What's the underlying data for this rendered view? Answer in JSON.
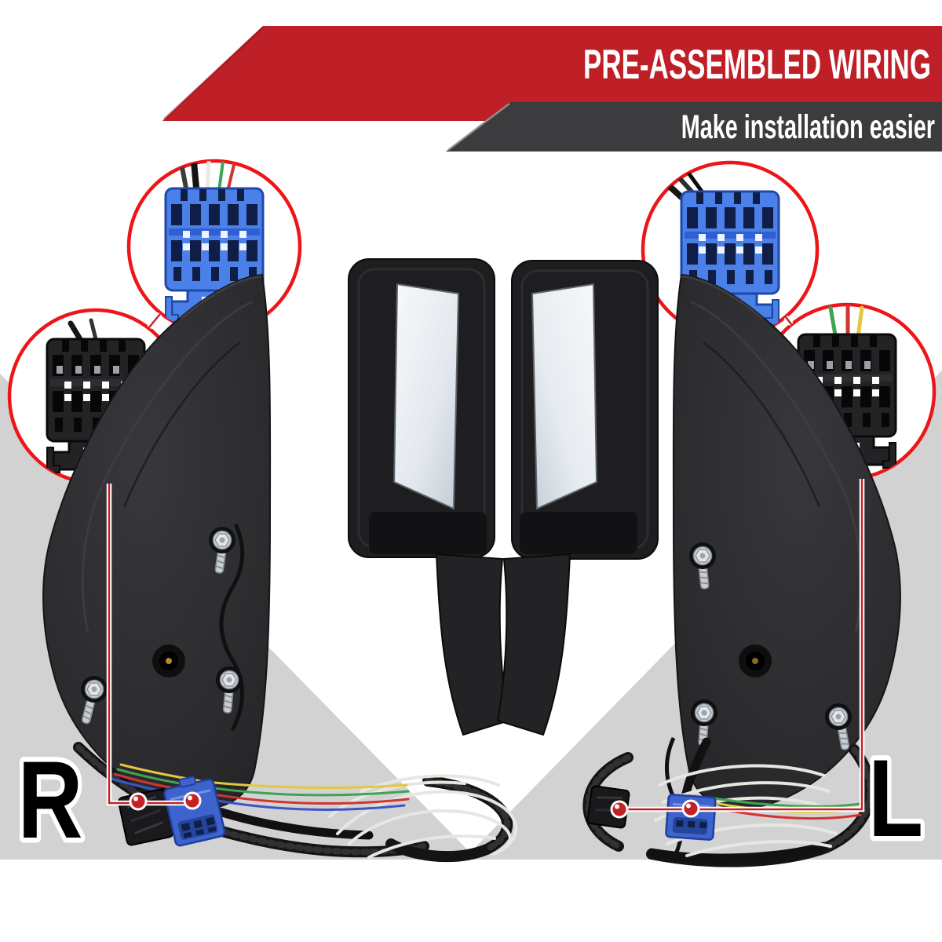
{
  "page": {
    "type": "product-marketing-image",
    "subject": "pair of towing mirrors (rear view) with pre-assembled wiring harnesses"
  },
  "banner": {
    "title": "PRE-ASSEMBLED WIRING",
    "subtitle": "Make installation easier"
  },
  "mirror_labels": {
    "right": "R",
    "left": "L"
  },
  "callouts": [
    {
      "name": "blue-connector-top-left",
      "connector": "blue 10-pin harness plug"
    },
    {
      "name": "black-connector-left",
      "connector": "black 10-pin harness plug"
    },
    {
      "name": "blue-connector-top-right",
      "connector": "blue 10-pin harness plug"
    },
    {
      "name": "black-connector-right",
      "connector": "black 10-pin harness plug with green/red/yellow wires"
    }
  ],
  "colors": {
    "banner-red": "#bf1f26",
    "banner-gray": "#3c3c3e",
    "chevron-gray": "#d2d2d3",
    "ring-red": "#ee1518",
    "leader-red": "#c42127",
    "connector-blue": "#4a80e8",
    "connector-black": "#232326",
    "wire-green": "#3fa352",
    "wire-red": "#d23430",
    "wire-yellow": "#e2c83e"
  }
}
